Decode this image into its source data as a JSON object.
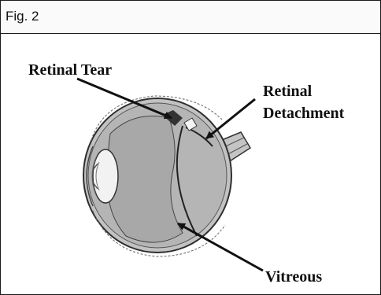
{
  "figure": {
    "label": "Fig. 2"
  },
  "labels": {
    "retinal_tear": "Retinal Tear",
    "retinal_detachment_line1": "Retinal",
    "retinal_detachment_line2": "Detachment",
    "vitreous": "Vitreous"
  },
  "colors": {
    "eye_fill": "#b9b9b9",
    "vitreous_fill": "#a9a9a9",
    "outline": "#333333",
    "arrow": "#111111"
  },
  "icons": {
    "eye": "eye-cross-section-illustration"
  }
}
